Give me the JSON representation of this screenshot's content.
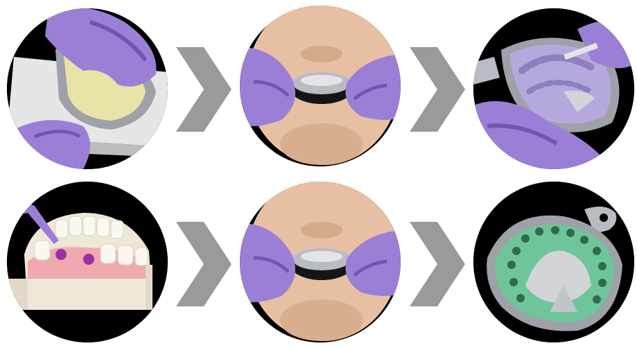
{
  "colors": {
    "glove": "#9b7fd6",
    "glove_shadow": "#6f57b0",
    "putty": "#e8e3a6",
    "tray_metal": "#b9bcc2",
    "impression_violet": "#b6a8dd",
    "impression_green": "#6fc59a",
    "arrow": "#9a9a9a",
    "background_circle": "#000000"
  },
  "steps": [
    {
      "id": "step-1",
      "icon": "putty-tray-photo"
    },
    {
      "id": "step-2",
      "icon": "tray-insertion-photo"
    },
    {
      "id": "step-3",
      "icon": "wash-material-photo"
    },
    {
      "id": "step-4",
      "icon": "model-syringe-photo"
    },
    {
      "id": "step-5",
      "icon": "tray-reinsertion-photo"
    },
    {
      "id": "step-6",
      "icon": "final-impression-photo"
    }
  ],
  "arrows": [
    {
      "id": "arrow-1",
      "icon": "chevron-right-icon"
    },
    {
      "id": "arrow-2",
      "icon": "chevron-right-icon"
    },
    {
      "id": "arrow-3",
      "icon": "chevron-right-icon"
    },
    {
      "id": "arrow-4",
      "icon": "chevron-right-icon"
    }
  ]
}
